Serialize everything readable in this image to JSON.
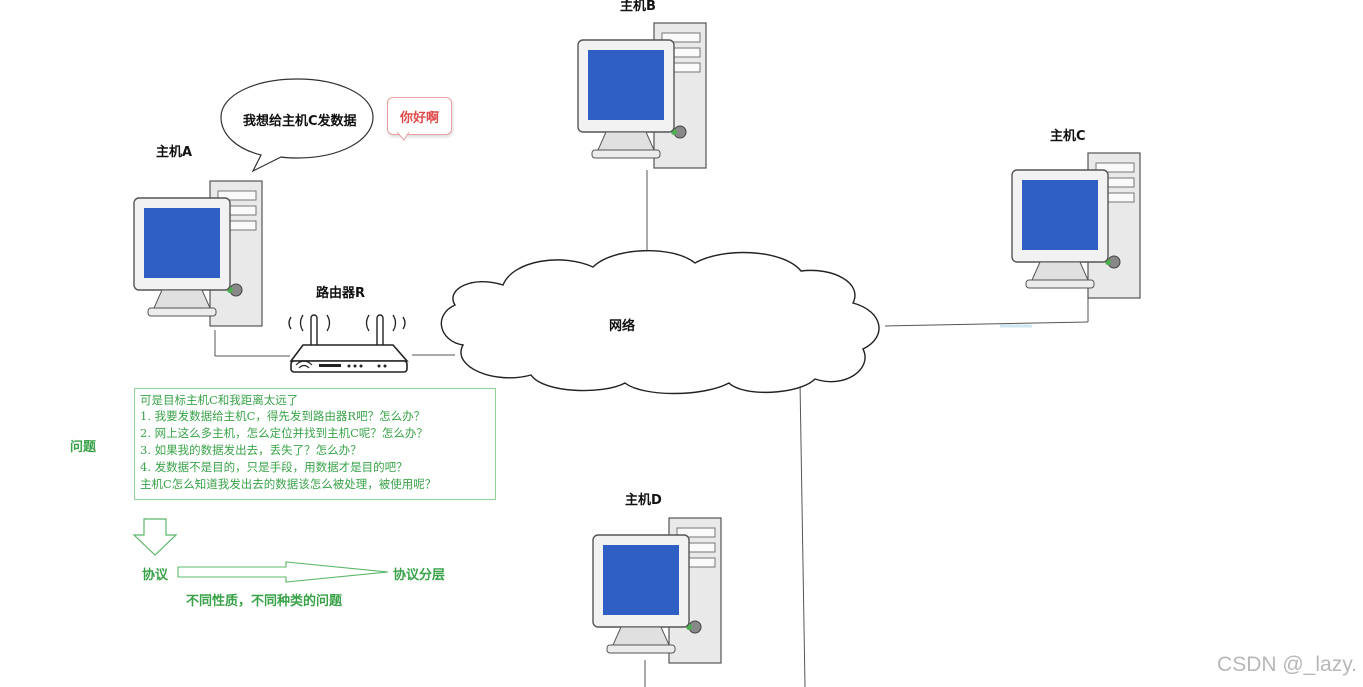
{
  "hosts": {
    "a": "主机A",
    "b": "主机B",
    "c": "主机C",
    "d": "主机D"
  },
  "router_label": "路由器R",
  "network_label": "网络",
  "speech_bubble": "我想给主机C发数据",
  "hello_callout": "你好啊",
  "question_label": "问题",
  "questions": [
    "可是目标主机C和我距离太远了",
    "1.  我要发数据给主机C，得先发到路由器R吧？怎么办？",
    "2.  网上这么多主机，怎么定位并找到主机C呢？怎么办？",
    "3.  如果我的数据发出去，丢失了？怎么办？",
    "4.  发数据不是目的，只是手段，用数据才是目的吧？",
    "     主机C怎么知道我发出去的数据该怎么被处理，被使用呢？"
  ],
  "protocol_label": "协议",
  "protocol_layering_label": "协议分层",
  "different_problems_label": "不同性质，不同种类的问题",
  "watermark": "CSDN @_lazy.",
  "colors": {
    "green": "#3aa34a",
    "red": "#e04a4a",
    "screen_blue": "#2f5fc4"
  }
}
